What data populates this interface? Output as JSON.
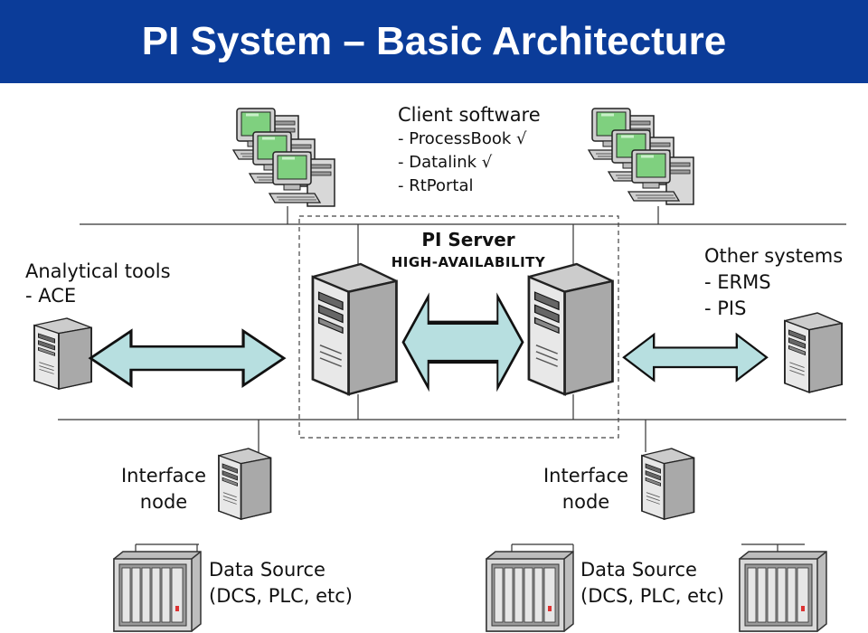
{
  "title": "PI System – Basic Architecture",
  "client": {
    "heading": "Client software",
    "items": [
      "- ProcessBook √",
      "- Datalink √",
      "- RtPortal"
    ]
  },
  "analytical": {
    "heading": "Analytical tools",
    "item": "- ACE"
  },
  "pi_server": {
    "title": "PI Server",
    "subtitle": "HIGH-AVAILABILITY"
  },
  "other": {
    "heading": "Other systems",
    "items": [
      "- ERMS",
      "- PIS"
    ]
  },
  "interface_left": {
    "line1": "Interface",
    "line2": "node"
  },
  "interface_right": {
    "line1": "Interface",
    "line2": "node"
  },
  "datasource_left": {
    "line1": "Data Source",
    "line2": "(DCS, PLC, etc)"
  },
  "datasource_right": {
    "line1": "Data Source",
    "line2": "(DCS, PLC, etc)"
  },
  "colors": {
    "title_bar": "#0b3c99",
    "arrow_fill": "#b7dfe0",
    "workstation_screen": "#7fd07f",
    "server_body": "#dcdcdc"
  },
  "icons": [
    "workstation-cluster-icon",
    "server-tower-icon",
    "rack-cabinet-icon",
    "double-arrow-icon"
  ]
}
